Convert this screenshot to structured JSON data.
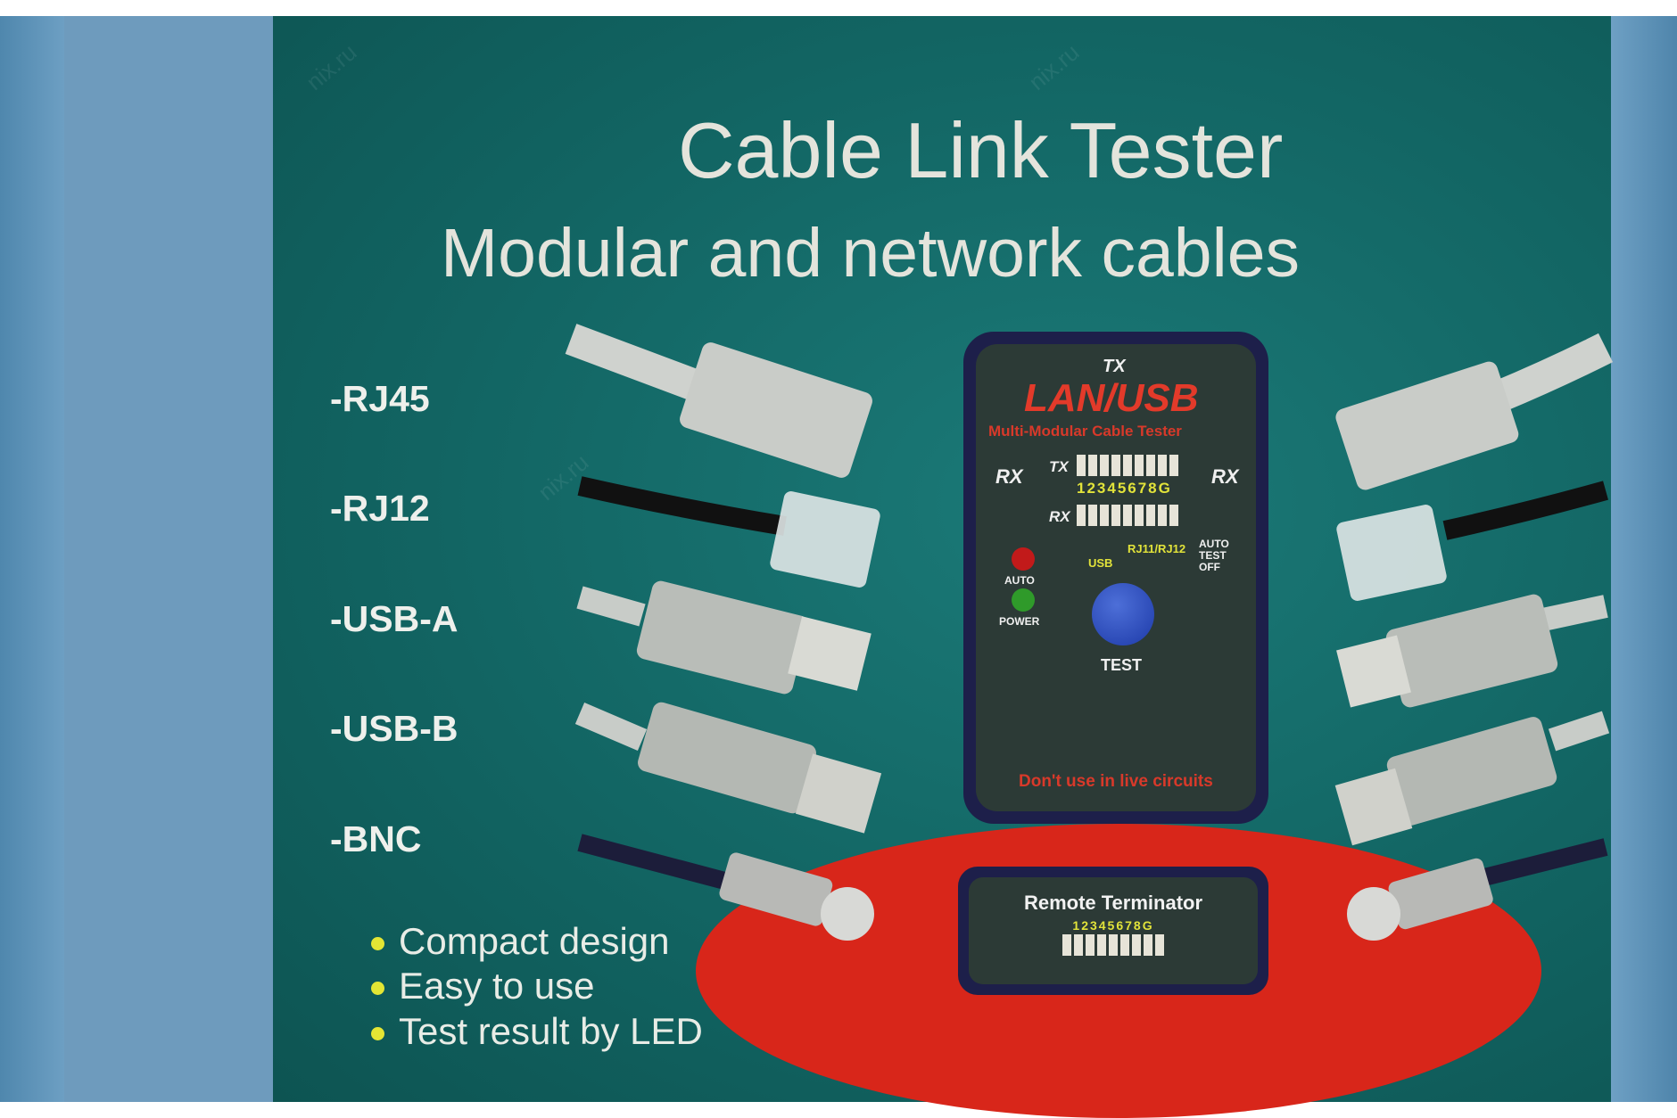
{
  "box": {
    "title": "Cable Link Tester",
    "subtitle": "Modular and network cables",
    "cable_types": [
      "-RJ45",
      "-RJ12",
      "-USB-A",
      "-USB-B",
      "-BNC"
    ],
    "features": [
      "Compact design",
      "Easy to use",
      "Test result by LED"
    ],
    "watermark": "nix.ru"
  },
  "device": {
    "tx_top": "TX",
    "brand": "LAN/USB",
    "model": "Multi-Modular Cable Tester",
    "rx_left": "RX",
    "rx_right": "RX",
    "tx_row": "TX",
    "rx_row": "RX",
    "pins": "12345678G",
    "usb": "USB",
    "rj": "RJ11/RJ12",
    "modes": [
      "AUTO",
      "TEST",
      "OFF"
    ],
    "led_auto": "AUTO",
    "led_power": "POWER",
    "button": "TEST",
    "warning": "Don't use in live circuits"
  },
  "terminator": {
    "label": "Remote Terminator",
    "pins": "12345678G"
  },
  "colors": {
    "front": "#126563",
    "panel": "#6e9bbd",
    "ellipse": "#d8261a",
    "bullet": "#e4e634"
  }
}
